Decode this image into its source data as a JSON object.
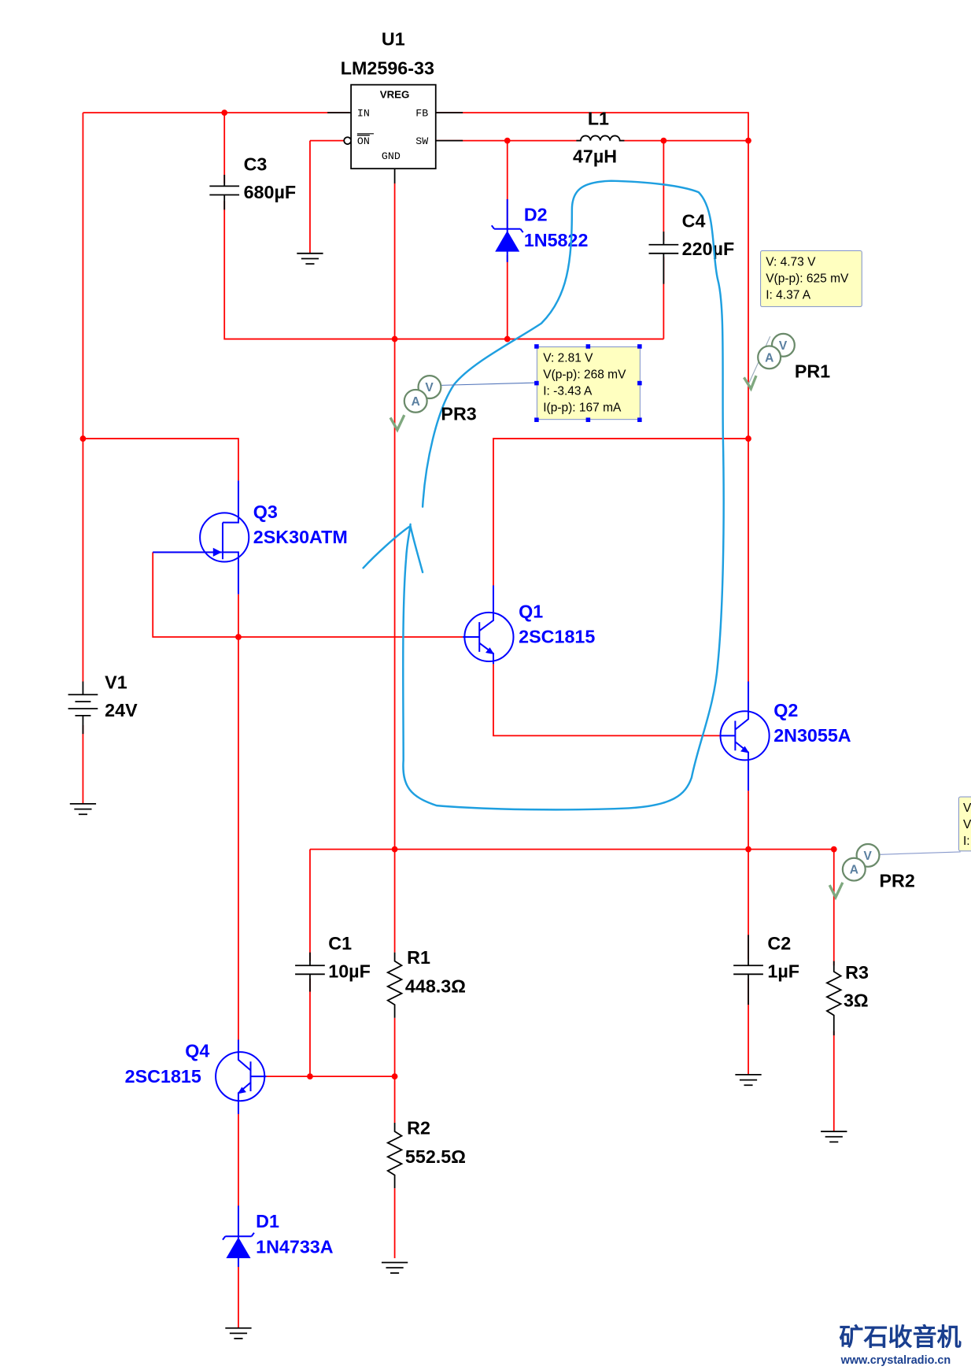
{
  "components": {
    "u1": {
      "ref": "U1",
      "value": "LM2596-33",
      "title": "VREG",
      "pins": {
        "in": "IN",
        "on": "ON",
        "gnd": "GND",
        "fb": "FB",
        "sw": "SW"
      }
    },
    "c3": {
      "ref": "C3",
      "value": "680µF"
    },
    "l1": {
      "ref": "L1",
      "value": "47µH"
    },
    "d2": {
      "ref": "D2",
      "value": "1N5822"
    },
    "c4": {
      "ref": "C4",
      "value": "220µF"
    },
    "q3": {
      "ref": "Q3",
      "value": "2SK30ATM"
    },
    "q1": {
      "ref": "Q1",
      "value": "2SC1815"
    },
    "q2": {
      "ref": "Q2",
      "value": "2N3055A"
    },
    "v1": {
      "ref": "V1",
      "value": "24V"
    },
    "c1": {
      "ref": "C1",
      "value": "10µF"
    },
    "r1": {
      "ref": "R1",
      "value": "448.3Ω"
    },
    "r2": {
      "ref": "R2",
      "value": "552.5Ω"
    },
    "c2": {
      "ref": "C2",
      "value": "1µF"
    },
    "r3": {
      "ref": "R3",
      "value": "3Ω"
    },
    "q4": {
      "ref": "Q4",
      "value": "2SC1815"
    },
    "d1": {
      "ref": "D1",
      "value": "1N4733A"
    }
  },
  "probes": {
    "pr1": {
      "name": "PR1",
      "readout": [
        "V: 4.73 V",
        "V(p-p): 625 mV",
        "I: 4.37 A"
      ]
    },
    "pr3": {
      "name": "PR3",
      "readout": [
        "V: 2.81 V",
        "V(p-p): 268 mV",
        "I: -3.43 A",
        "I(p-p): 167 mA"
      ]
    },
    "pr2": {
      "name": "PR2",
      "readout": [
        "V",
        "V",
        "I:"
      ]
    },
    "a_label": "A",
    "v_label": "V"
  },
  "watermark": {
    "title": "矿石收音机",
    "url": "www.crystalradio.cn"
  },
  "colors": {
    "wire": "#ff0000",
    "component": "#0000ff",
    "annotation": "#1e9fe0",
    "probe_box": "#ffffc0"
  }
}
